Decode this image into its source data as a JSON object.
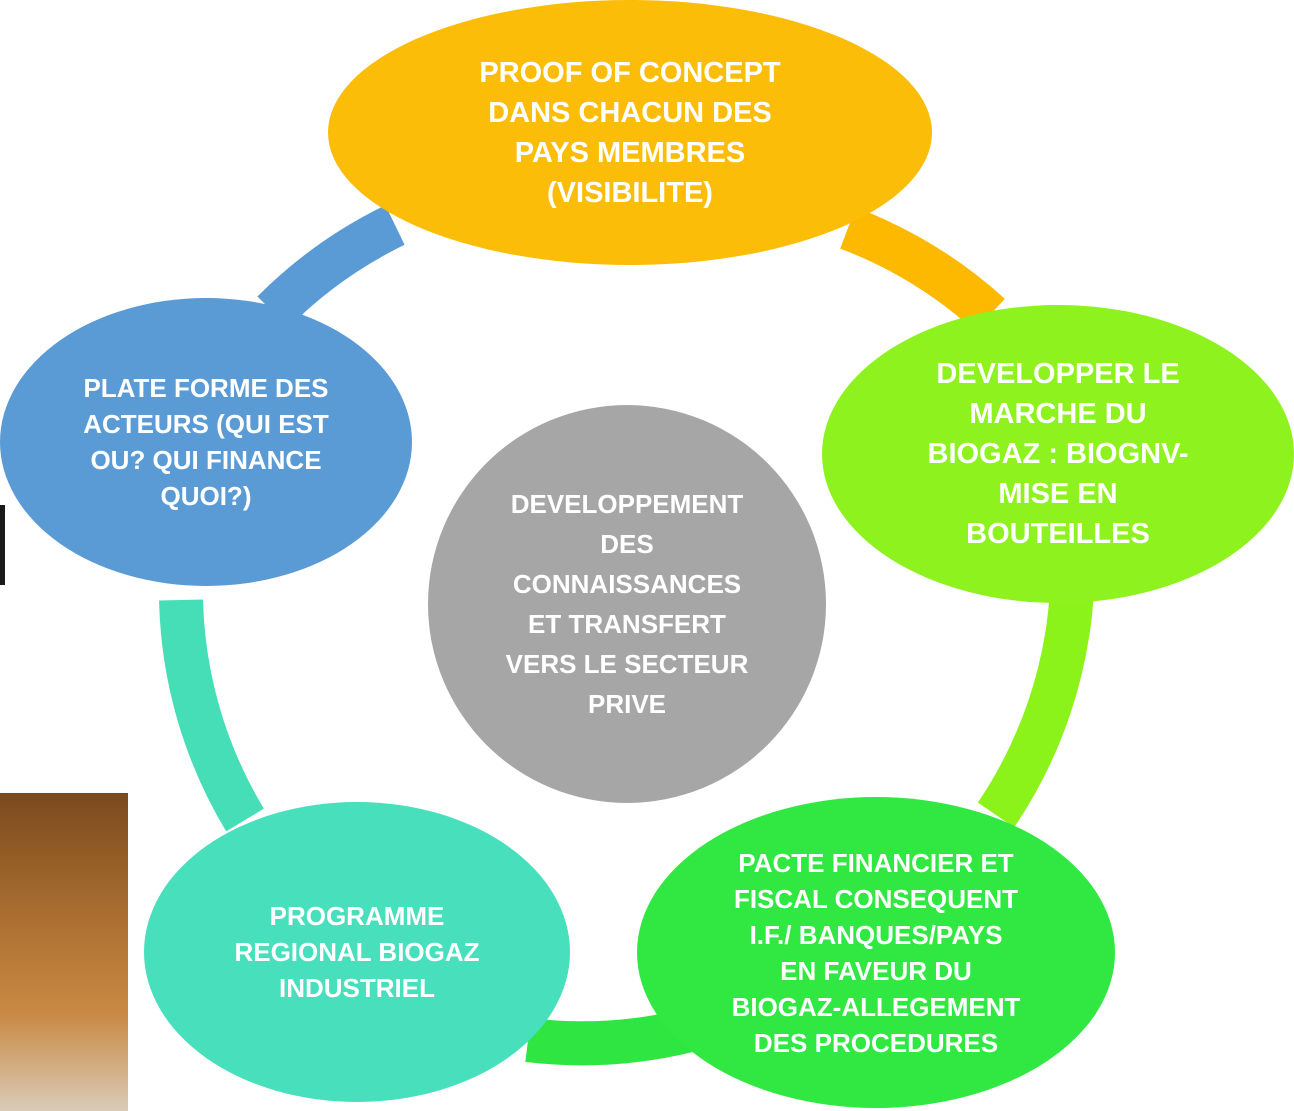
{
  "diagram": {
    "ring_colors": [
      "#fcb900",
      "#8bf21a",
      "#2fe542",
      "#45deb7",
      "#5b9bd5"
    ],
    "nodes": {
      "top": {
        "label": "PROOF OF CONCEPT\nDANS CHACUN DES\nPAYS MEMBRES\n(VISIBILITE)",
        "color": "#fcbd08"
      },
      "right": {
        "label": "DEVELOPPER LE\nMARCHE DU\nBIOGAZ : BIOGNV-\nMISE EN\nBOUTEILLES",
        "color": "#8ef21e"
      },
      "bottom_right": {
        "label": "PACTE FINANCIER ET\nFISCAL CONSEQUENT\nI.F./ BANQUES/PAYS\nEN FAVEUR DU\nBIOGAZ-ALLEGEMENT\nDES PROCEDURES",
        "color": "#31e843"
      },
      "bottom_left": {
        "label": "PROGRAMME\nREGIONAL BIOGAZ\nINDUSTRIEL",
        "color": "#48dfbd"
      },
      "left": {
        "label": "PLATE FORME DES\nACTEURS (QUI EST\nOU? QUI FINANCE\nQUOI?)",
        "color": "#5b9bd5"
      },
      "center": {
        "label": "DEVELOPPEMENT\nDES\nCONNAISSANCES\nET TRANSFERT\nVERS LE SECTEUR\nPRIVE",
        "color": "#a6a6a6"
      }
    }
  }
}
